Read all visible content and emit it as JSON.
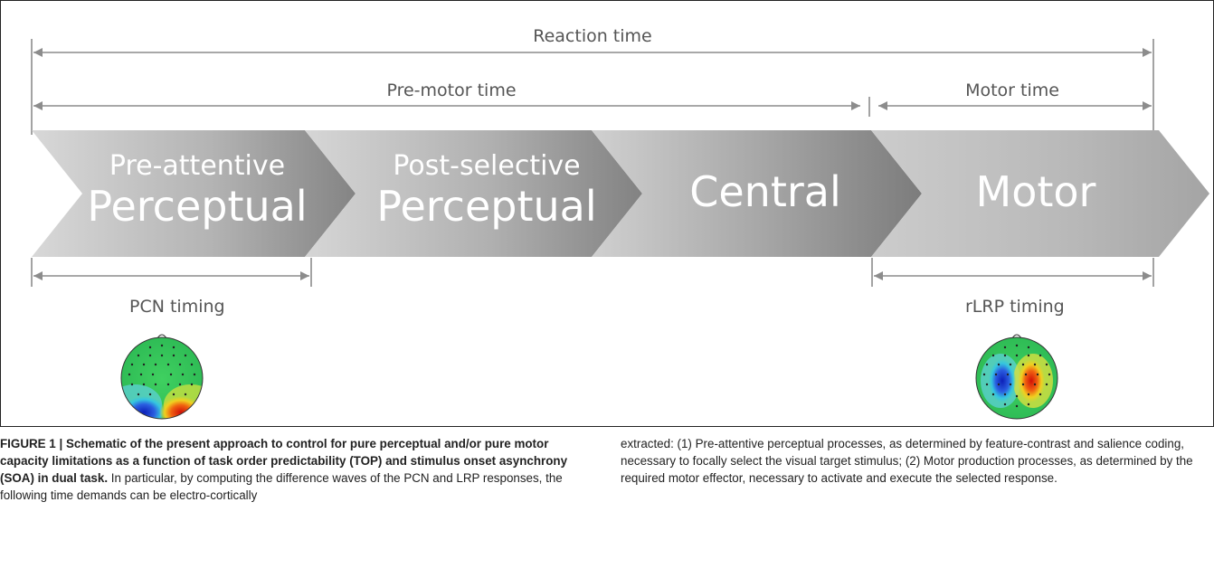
{
  "diagram": {
    "reaction_time": "Reaction time",
    "premotor_time": "Pre-motor time",
    "motor_time": "Motor time",
    "stages": [
      {
        "line1": "Pre-attentive",
        "line2": "Perceptual"
      },
      {
        "line1": "Post-selective",
        "line2": "Perceptual"
      },
      {
        "line1": "",
        "line2": "Central"
      },
      {
        "line1": "",
        "line2": "Motor"
      }
    ],
    "pcn_timing": "PCN timing",
    "rlrp_timing": "rLRP timing",
    "colors": {
      "arrow_dark": "#8a8a8a",
      "arrow_light": "#d4d4d4",
      "line": "#8c8c8c",
      "map_positive": "#e62010",
      "map_negative": "#1c2fd0",
      "map_neutral": "#36c85a"
    }
  },
  "caption": {
    "label": "FIGURE 1 | Schematic of the present approach to control for pure perceptual and/or pure motor capacity limitations as a function of task order predictability (TOP) and stimulus onset asynchrony (SOA) in dual task.",
    "body_left": " In particular, by computing the difference waves of the PCN and LRP responses, the following time demands can be electro-cortically",
    "body_right": "extracted: (1) Pre-attentive perceptual processes, as determined by feature-contrast and salience coding, necessary to focally select the visual target stimulus; (2) Motor production processes, as determined by the required motor effector, necessary to activate and execute the selected response."
  }
}
